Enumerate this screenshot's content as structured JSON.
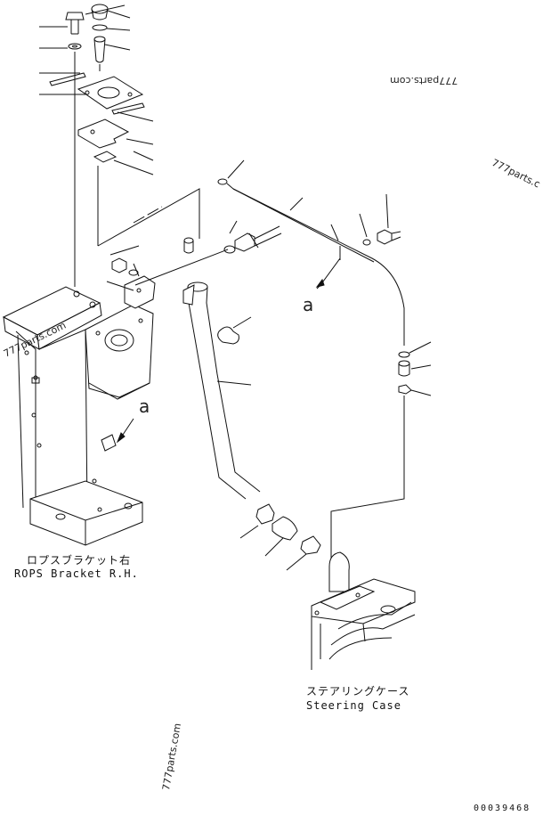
{
  "labels": {
    "rops_jp": "ロプスブラケット右",
    "rops_en": "ROPS Bracket R.H.",
    "steering_jp": "ステアリングケース",
    "steering_en": "Steering Case",
    "drawing_number": "00039468"
  },
  "callouts": {
    "a1": "a",
    "a2": "a"
  },
  "watermarks": {
    "w1": "777parts.com",
    "w2": "777parts.c",
    "w3": "777parts.com",
    "w4": "777parts.com"
  }
}
